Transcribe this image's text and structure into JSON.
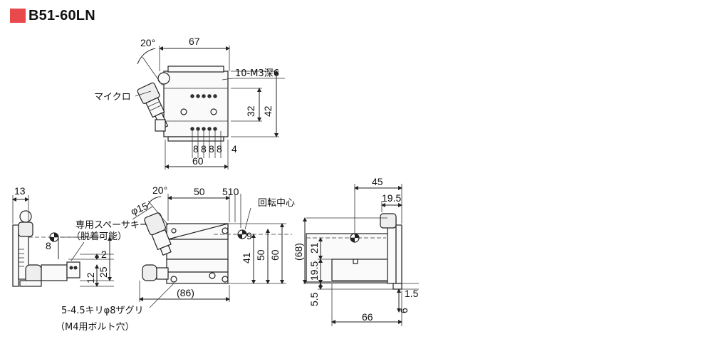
{
  "title": "B51-60LN",
  "colors": {
    "title_swatch": "#e8494b",
    "line": "#222222"
  },
  "top_view": {
    "angle": "20°",
    "dim_width": "67",
    "tap_label": "10-M3深6",
    "micro_label": "マイクロ",
    "dim_32": "32",
    "dim_42": "42",
    "pitch": [
      "8",
      "8",
      "8",
      "8"
    ],
    "dim_4": "4",
    "dim_60": "60"
  },
  "side_left": {
    "dim_13": "13",
    "spacer_label": "専用スペーサキー",
    "spacer_note": "（脱着可能）",
    "dim_8": "8",
    "dim_2": "2",
    "dim_25": "25",
    "dim_12": "12"
  },
  "front_view": {
    "angle": "20°",
    "phi15": "φ15",
    "dim_50": "50",
    "dim_510": "510",
    "rot_label": "回転中心",
    "dim_9": "9",
    "dim_41": "41",
    "dim_50v": "50",
    "dim_60v": "60",
    "dim_86": "(86)",
    "hole_label": "5-4.5キリφ8ザグリ",
    "hole_note": "（M4用ボルト穴）"
  },
  "side_right": {
    "dim_45": "45",
    "dim_19_5_top": "19.5",
    "dim_68": "(68)",
    "dim_21": "21",
    "dim_19_5": "19.5",
    "dim_5_5": "5.5",
    "dim_1_5": "1.5",
    "dim_6": "6",
    "dim_66": "66"
  }
}
